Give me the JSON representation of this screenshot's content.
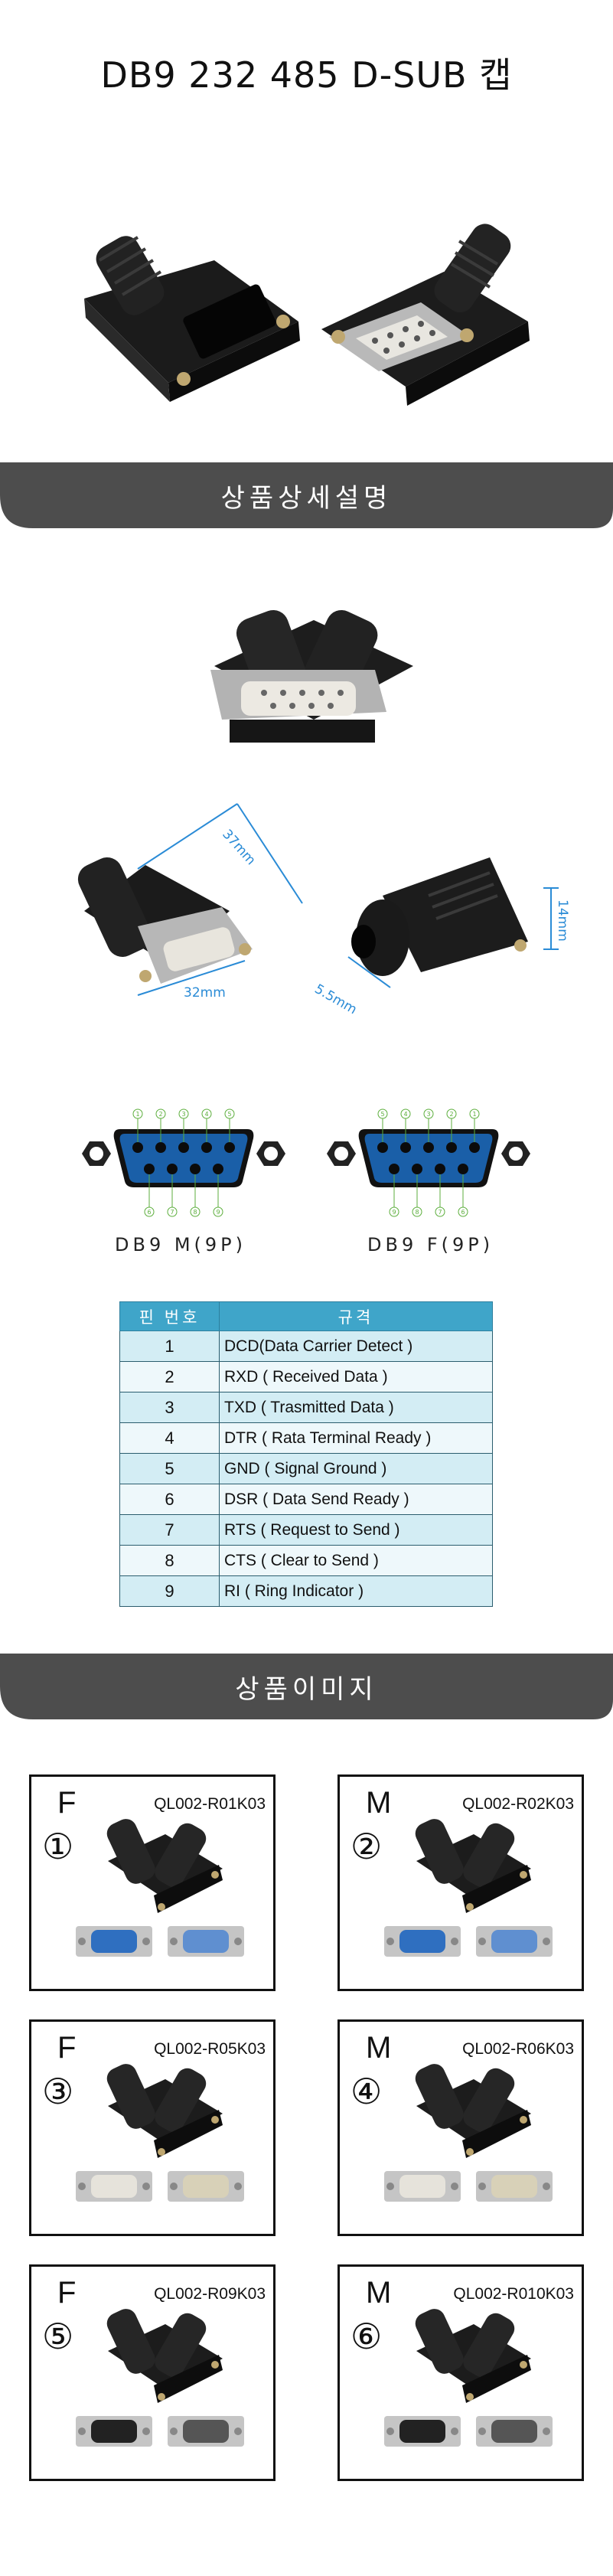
{
  "page": {
    "title": "DB9 232 485 D-SUB 캡"
  },
  "sections": {
    "detail": "상품상세설명",
    "images": "상품이미지"
  },
  "dimensions": {
    "length_a": "37mm",
    "length_b": "32mm",
    "height": "14mm",
    "cable": "5.5mm"
  },
  "pinout": {
    "male_caption": "DB9 M(9P)",
    "female_caption": "DB9 F(9P)",
    "male_top_pins": [
      "1",
      "2",
      "3",
      "4",
      "5"
    ],
    "male_bottom_pins": [
      "6",
      "7",
      "8",
      "9"
    ],
    "female_top_pins": [
      "5",
      "4",
      "3",
      "2",
      "1"
    ],
    "female_bottom_pins": [
      "9",
      "8",
      "7",
      "6"
    ]
  },
  "pin_table": {
    "headers": [
      "핀 번호",
      "규격"
    ],
    "rows": [
      {
        "pin": "1",
        "desc": "DCD(Data Carrier Detect )"
      },
      {
        "pin": "2",
        "desc": "RXD ( Received Data )"
      },
      {
        "pin": "3",
        "desc": "TXD ( Trasmitted Data )"
      },
      {
        "pin": "4",
        "desc": "DTR ( Rata Terminal Ready )"
      },
      {
        "pin": "5",
        "desc": "GND ( Signal Ground )"
      },
      {
        "pin": "6",
        "desc": "DSR ( Data Send Ready )"
      },
      {
        "pin": "7",
        "desc": "RTS ( Request to Send )"
      },
      {
        "pin": "8",
        "desc": "CTS ( Clear to Send )"
      },
      {
        "pin": "9",
        "desc": "RI ( Ring Indicator )"
      }
    ]
  },
  "products": [
    {
      "type": "F",
      "num": "①",
      "code": "QL002-R01K03",
      "plug_color": "blue"
    },
    {
      "type": "M",
      "num": "②",
      "code": "QL002-R02K03",
      "plug_color": "blue"
    },
    {
      "type": "F",
      "num": "③",
      "code": "QL002-R05K03",
      "plug_color": "white"
    },
    {
      "type": "M",
      "num": "④",
      "code": "QL002-R06K03",
      "plug_color": "white"
    },
    {
      "type": "F",
      "num": "⑤",
      "code": "QL002-R09K03",
      "plug_color": "black"
    },
    {
      "type": "M",
      "num": "⑥",
      "code": "QL002-R010K03",
      "plug_color": "black"
    }
  ],
  "colors": {
    "banner": "#4d4d4d",
    "table_header": "#3fa5c9",
    "dimension_line": "#2a8bd6",
    "connector_blue": "#1a5fa8",
    "pin_label": "#5cae3c"
  }
}
